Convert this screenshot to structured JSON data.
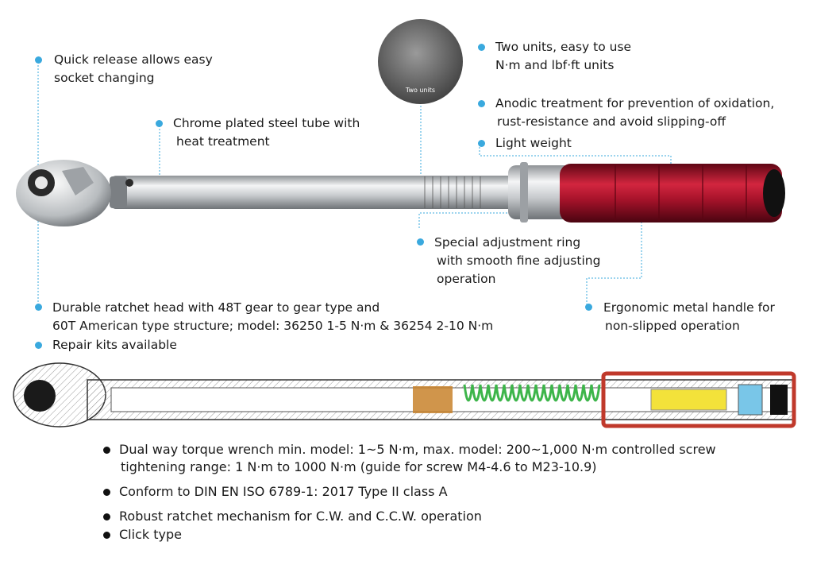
{
  "callouts": {
    "quick_release": [
      "Quick release allows easy",
      "socket changing"
    ],
    "chrome_tube": [
      "Chrome plated steel tube with",
      "heat treatment"
    ],
    "two_units": [
      "Two units, easy to use",
      "N·m and lbf·ft units"
    ],
    "anodic": [
      "Anodic treatment for prevention of oxidation,",
      "rust-resistance and avoid slipping-off"
    ],
    "light_weight": "Light weight",
    "adjust_ring": [
      "Special adjustment ring",
      "with smooth fine adjusting",
      "operation"
    ],
    "ergonomic": [
      "Ergonomic metal handle for",
      "non-slipped operation"
    ],
    "ratchet_head": [
      "Durable ratchet head with 48T gear to gear type and",
      "60T American type structure; model: 36250 1-5 N·m & 36254 2-10 N·m"
    ],
    "repair_kits": "Repair kits available"
  },
  "inset": {
    "label": "Two units"
  },
  "specs": [
    [
      "Dual way torque wrench min. model: 1~5 N·m, max. model: 200~1,000 N·m controlled screw",
      "tightening range: 1 N·m to 1000 N·m (guide for screw M4-4.6 to M23-10.9)"
    ],
    [
      "Conform to DIN EN ISO 6789-1: 2017 Type II class A"
    ],
    [
      "Robust ratchet mechanism for C.W. and C.C.W. operation"
    ],
    [
      "Click type"
    ]
  ],
  "colors": {
    "accent_dot": "#3aa9de",
    "handle_red": "#a8132b",
    "spring_green": "#3db54a"
  }
}
